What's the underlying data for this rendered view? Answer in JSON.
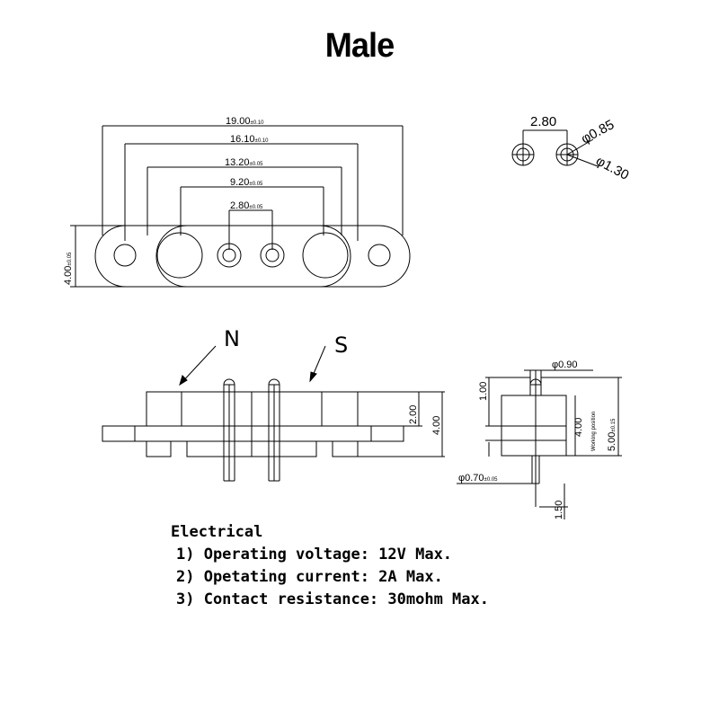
{
  "title": "Male",
  "top_view": {
    "dims": {
      "overall": "19.00",
      "overall_tol": "±0.10",
      "mount_pitch": "16.10",
      "mount_pitch_tol": "±0.10",
      "outer_pitch": "13.20",
      "outer_pitch_tol": "±0.05",
      "inner_pitch": "9.20",
      "inner_pitch_tol": "±0.05",
      "pin_pitch": "2.80",
      "pin_pitch_tol": "±0.05",
      "height": "4.00",
      "height_tol": "±0.05"
    }
  },
  "pin_detail": {
    "pitch": "2.80",
    "inner_dia": "φ0.85",
    "outer_dia": "φ1.30"
  },
  "side_view": {
    "label_n": "N",
    "label_s": "S",
    "dim_upper": "2.00",
    "dim_total": "4.00"
  },
  "end_view": {
    "pin_dia": "φ0.90",
    "top_dim": "1.00",
    "body_dim": "4.00",
    "working_label": "Working position",
    "total_dim": "5.00",
    "total_tol": "±0.15",
    "bottom_dia": "φ0.70",
    "bottom_dia_tol": "±0.05",
    "tail_dim": "1.50"
  },
  "electrical": {
    "heading": "Electrical",
    "items": [
      "1) Operating voltage: 12V Max.",
      "2) Opetating current: 2A Max.",
      "3) Contact resistance: 30mohm Max."
    ]
  }
}
